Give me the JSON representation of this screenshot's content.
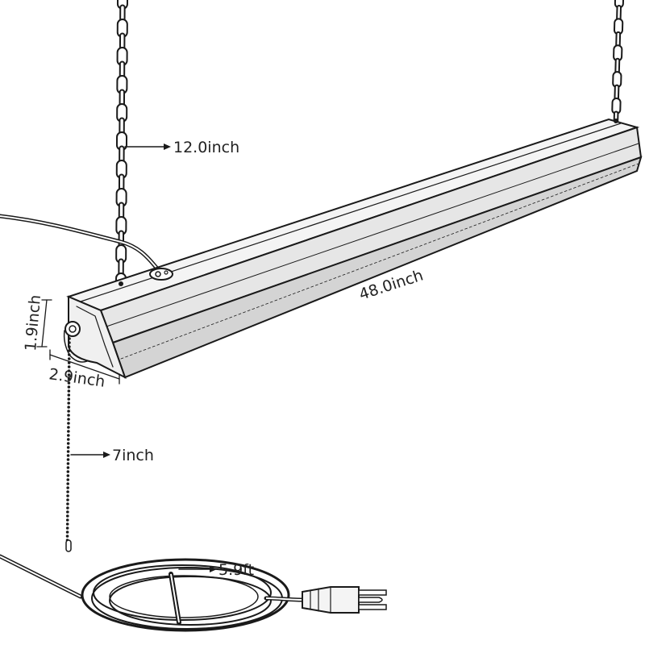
{
  "diagram": {
    "colors": {
      "ink": "#1a1a1a",
      "fixture_top": "#f4f4f4",
      "fixture_front": "#e6e6e6",
      "fixture_bottom": "#d4d4d4",
      "background": "#ffffff"
    },
    "dimensions": {
      "chain_length": "12.0inch",
      "fixture_length": "48.0inch",
      "fixture_height": "1.9inch",
      "fixture_width": "2.9inch",
      "pull_chain_length": "7inch",
      "power_cord_length": "5.9ft"
    },
    "parts": [
      "hanging-chain",
      "led-shop-light-fixture",
      "pull-chain-switch",
      "power-cord",
      "three-prong-plug"
    ]
  }
}
